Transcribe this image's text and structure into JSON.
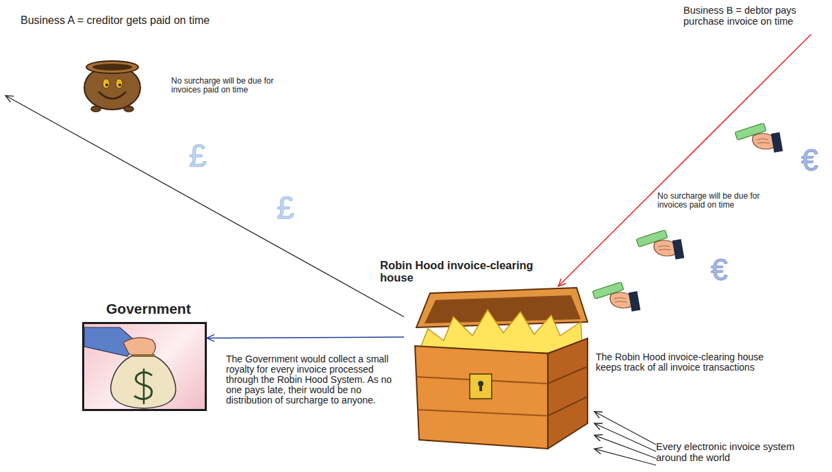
{
  "diagram": {
    "nodes": [
      {
        "text": [
          "Business A = creditor gets paid on time"
        ]
      },
      {
        "text": [
          "Business B = debtor pays purchase invoice on time"
        ]
      },
      {
        "text": [
          "Robin Hood invoice-clearing house"
        ]
      },
      {
        "text": [
          "Government"
        ]
      },
      {
        "text": [
          "Every electronic invoice system around the world"
        ]
      }
    ],
    "edges": [
      {
        "from": 2,
        "to": 0,
        "arrow": "to"
      },
      {
        "from": 1,
        "to": 2,
        "arrow": "to"
      },
      {
        "from": 2,
        "to": 3,
        "label": "The Government would collect a small royalty for every invoice processed through the Robin Hood System. As no one pays late, their would be no distribution of surcharge to anyone.",
        "arrow": "to"
      },
      {
        "from": 4,
        "to": 2,
        "arrow": "to"
      },
      {
        "from": 4,
        "to": 2,
        "arrow": "to"
      },
      {
        "from": 4,
        "to": 2,
        "arrow": "to"
      },
      {
        "from": 4,
        "to": 2,
        "arrow": "to"
      }
    ],
    "labels": [
      "No surcharge will be due for invoices paid on time",
      "£",
      "€",
      "No surcharge will be due for invoices paid on time",
      "£",
      "€",
      "The Robin Hood invoice-clearing house keeps track of all invoice transactions"
    ]
  }
}
